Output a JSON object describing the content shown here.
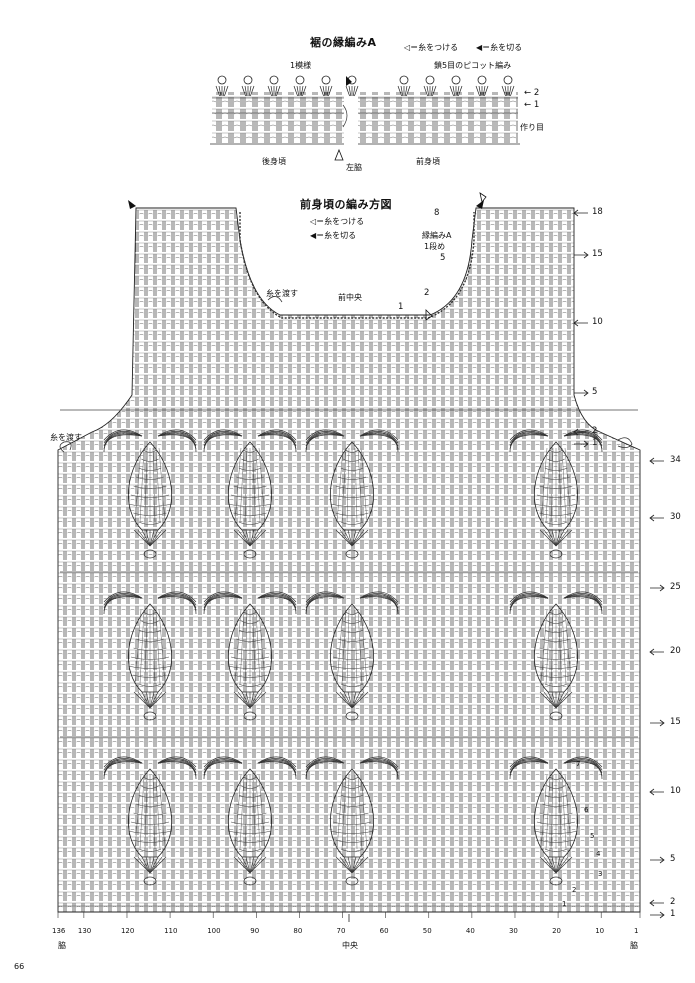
{
  "edging": {
    "title": "裾の縁編みA",
    "legend_attach": "◁＝糸をつける",
    "legend_cut": "◀＝糸を切る",
    "one_pattern": "1模様",
    "picot": "鎖5目のピコット編み",
    "row2": "← 2",
    "row1": "← 1",
    "foundation": "作り目",
    "back_body": "後身頃",
    "left_side": "左脇",
    "front_body": "前身頃"
  },
  "front": {
    "title": "前身頃の編み方図",
    "legend_attach": "◁＝糸をつける",
    "legend_cut": "◀＝糸を切る",
    "edging_label": "縁編みA",
    "first_row": "1段め",
    "pass_yarn_1": "糸を渡す",
    "pass_yarn_2": "糸を渡す",
    "front_center": "前中央",
    "center": "中央",
    "side_left": "脇",
    "side_right": "脇",
    "page_number": "66",
    "neck_rows": {
      "r8": "8",
      "r5": "5",
      "r2": "2",
      "r1": "1"
    },
    "right_rows_upper": [
      {
        "label": "18",
        "arrow": "left"
      },
      {
        "label": "15",
        "arrow": "right"
      },
      {
        "label": "10",
        "arrow": "left"
      },
      {
        "label": "5",
        "arrow": "right"
      },
      {
        "label": "2",
        "arrow": "left"
      },
      {
        "label": "1",
        "arrow": "right"
      }
    ],
    "right_rows_lower": [
      {
        "label": "34",
        "arrow": "left"
      },
      {
        "label": "30",
        "arrow": "left"
      },
      {
        "label": "25",
        "arrow": "right"
      },
      {
        "label": "20",
        "arrow": "left"
      },
      {
        "label": "15",
        "arrow": "right"
      },
      {
        "label": "10",
        "arrow": "left"
      },
      {
        "label": "5",
        "arrow": "right"
      },
      {
        "label": "2",
        "arrow": "left"
      },
      {
        "label": "1",
        "arrow": "right"
      }
    ],
    "stitch_ticks": [
      "136",
      "130",
      "120",
      "110",
      "100",
      "90",
      "80",
      "70",
      "60",
      "50",
      "40",
      "30",
      "20",
      "10",
      "1"
    ],
    "pineapple_rows": [
      "7",
      "6",
      "5",
      "4",
      "3",
      "2",
      "1"
    ]
  }
}
